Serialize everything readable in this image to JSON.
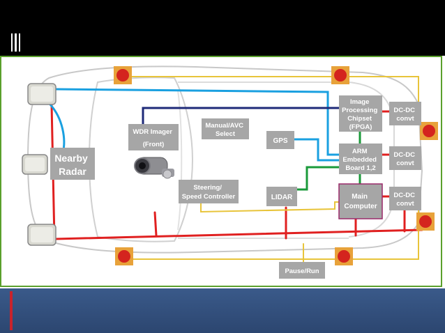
{
  "components": {
    "image_chipset": [
      "Image",
      "Processing",
      "Chipset",
      "(FPGA)"
    ],
    "dcdc_1": [
      "DC-DC",
      "convt"
    ],
    "dcdc_2": [
      "DC-DC",
      "convt"
    ],
    "dcdc_3": [
      "DC-DC",
      "convt"
    ],
    "arm_board": [
      "ARM",
      "Embedded",
      "Board 1,2"
    ],
    "main_computer": [
      "Main",
      "Computer"
    ],
    "gps": "GPS",
    "lidar": "LIDAR",
    "manual_avc": [
      "Manual/AVC",
      "Select"
    ],
    "wdr_imager": [
      "WDR Imager",
      "(Front)"
    ],
    "steering": [
      "Steering/",
      "Speed Controller"
    ],
    "nearby_radar": [
      "Nearby",
      "Radar"
    ],
    "pause_run": "Pause/Run"
  },
  "colors": {
    "box_fill": "#a6a6a6",
    "power_line": "#e02020",
    "ethernet_line": "#1aa0e0",
    "green_line": "#1a9a3a",
    "dark_line": "#1e2a78",
    "yellow_line": "#e8c43a",
    "frame_border": "#5aa02c",
    "bottom_bar": "#2c4670",
    "estop": "#e8a23a"
  }
}
